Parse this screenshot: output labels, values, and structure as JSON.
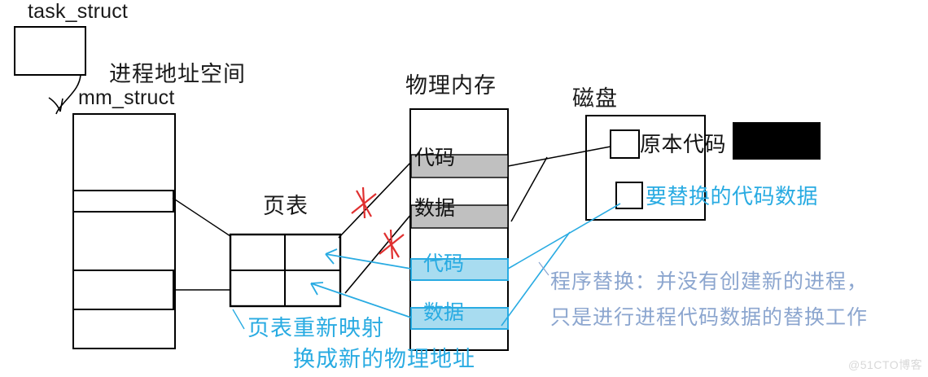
{
  "diagram": {
    "title_task_struct": "task_struct",
    "title_addr_space": "进程地址空间",
    "title_mm_struct": "mm_struct",
    "title_page_table": "页表",
    "title_phys_mem": "物理内存",
    "title_disk": "磁盘"
  },
  "phys_mem": {
    "old_code": "代码",
    "old_data": "数据",
    "new_code": "代码",
    "new_data": "数据"
  },
  "disk": {
    "original": "原本代码",
    "replacement": "要替换的代码数据"
  },
  "annotations": {
    "page_table_remap_line1": "页表重新映射",
    "page_table_remap_line2": "换成新的物理地址",
    "note_line1": "程序替换：并没有创建新的进程，",
    "note_line2": "只是进行进程代码数据的替换工作"
  },
  "watermark": "@51CTO博客",
  "colors": {
    "cyan": "#29ABE2",
    "cyan_fill": "#A8DCF0",
    "gray_fill": "#C0C0C0",
    "note_blue": "#8CA6CF",
    "stroke": "#000000",
    "red": "#E03030"
  }
}
